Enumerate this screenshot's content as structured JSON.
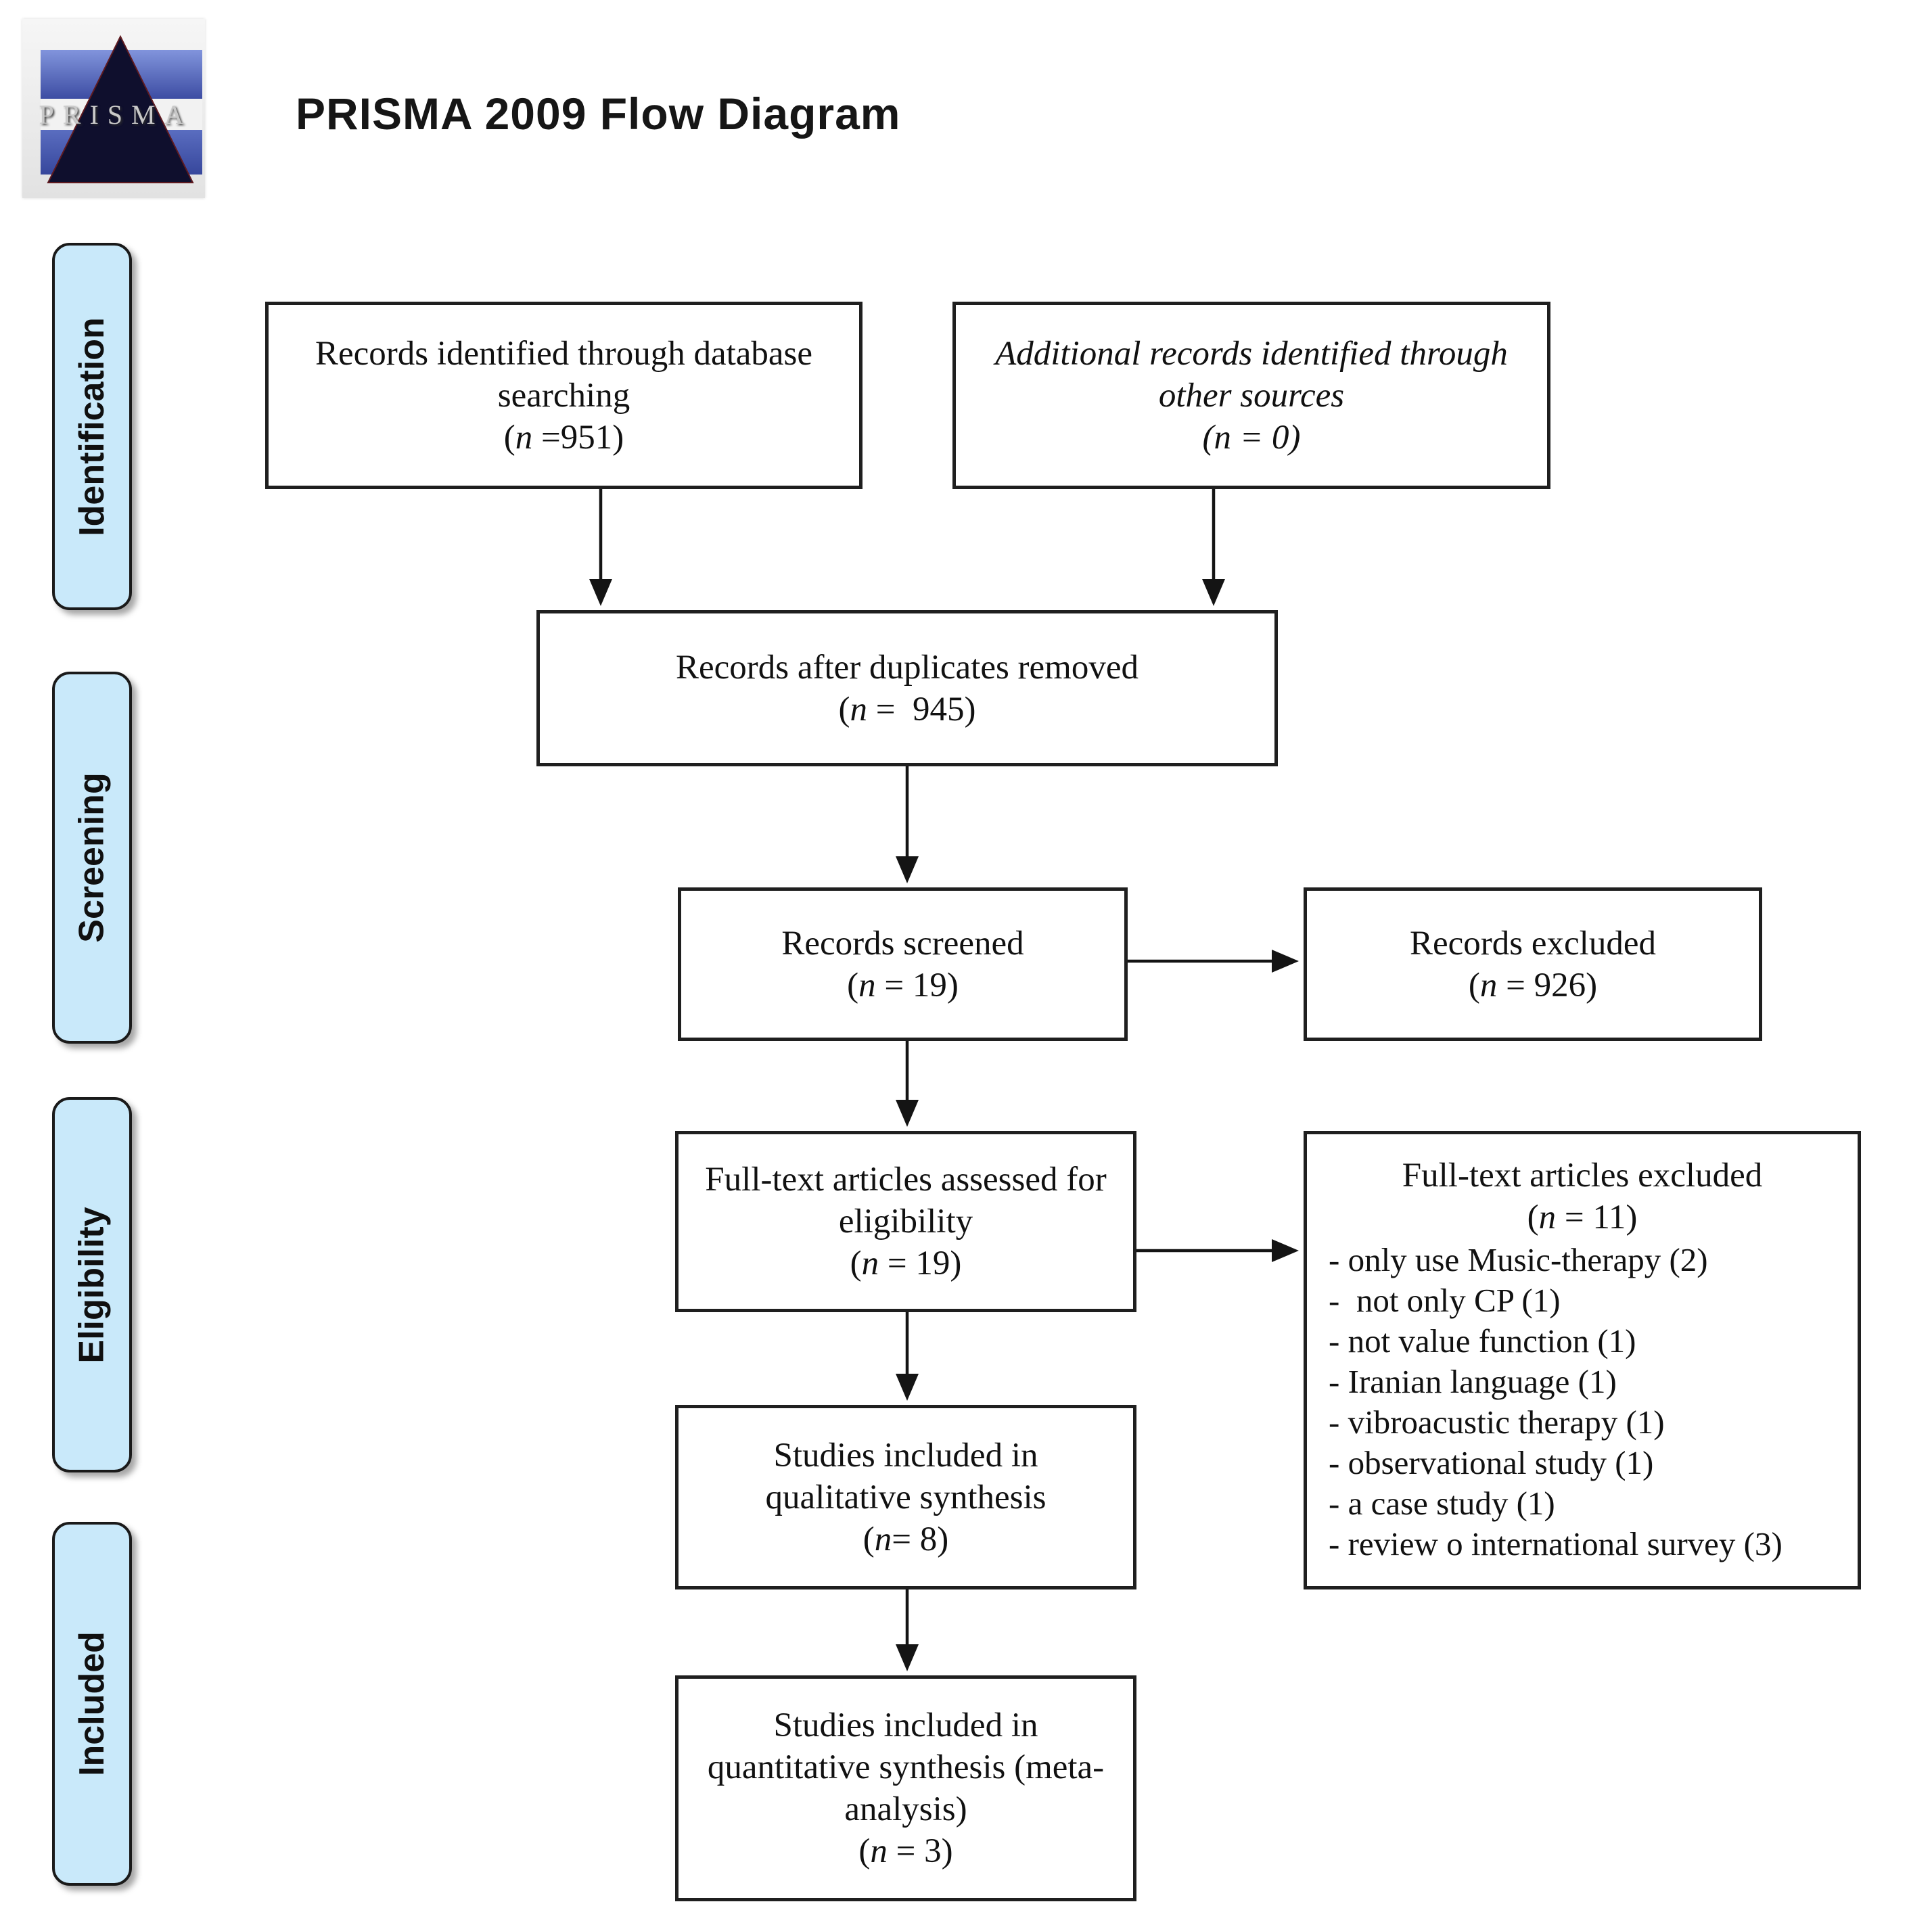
{
  "title": "PRISMA 2009 Flow Diagram",
  "logo": {
    "text": "PRISMA"
  },
  "colors": {
    "stage_fill": "#c9e9fa",
    "box_border": "#1f1f1f",
    "logo_blue": "#4a5fb5",
    "logo_triangle": "#0f0f2d"
  },
  "stages": [
    {
      "label": "Identification"
    },
    {
      "label": "Screening"
    },
    {
      "label": "Eligibility"
    },
    {
      "label": "Included"
    }
  ],
  "boxes": {
    "identified": {
      "lines": [
        "Records identified through database",
        "searching"
      ],
      "n_pre": "(",
      "n_var": "n",
      "n_post": " =951)"
    },
    "additional": {
      "lines": [
        "Additional records identified through",
        "other sources"
      ],
      "n_pre": "(",
      "n_var": "n",
      "n_post": " = 0)"
    },
    "duplicates": {
      "lines": [
        "Records after duplicates removed"
      ],
      "n_pre": "(",
      "n_var": "n",
      "n_post": " =  945)"
    },
    "screened": {
      "lines": [
        "Records screened"
      ],
      "n_pre": "(",
      "n_var": "n",
      "n_post": " = 19)"
    },
    "records_excluded": {
      "lines": [
        "Records excluded"
      ],
      "n_pre": "(",
      "n_var": "n",
      "n_post": " = 926)"
    },
    "fulltext_assessed": {
      "lines": [
        "Full-text articles assessed for",
        "eligibility"
      ],
      "n_pre": "(",
      "n_var": "n",
      "n_post": " = 19)"
    },
    "fulltext_excluded": {
      "heading": "Full-text articles excluded",
      "n_pre": "(",
      "n_var": "n",
      "n_post": " = 11)",
      "items": [
        "- only use Music-therapy (2)",
        "-  not only CP (1)",
        "- not value function (1)",
        "- Iranian language (1)",
        "- vibroacustic therapy (1)",
        "- observational study (1)",
        "- a case study (1)",
        "- review o international survey (3)"
      ]
    },
    "qualitative": {
      "lines": [
        "Studies included in",
        "qualitative synthesis"
      ],
      "n_pre": "(",
      "n_var": "n",
      "n_post": "= 8)"
    },
    "quantitative": {
      "lines": [
        "Studies included in",
        "quantitative synthesis (meta-",
        "analysis)"
      ],
      "n_pre": "(",
      "n_var": "n",
      "n_post": " = 3)"
    }
  }
}
